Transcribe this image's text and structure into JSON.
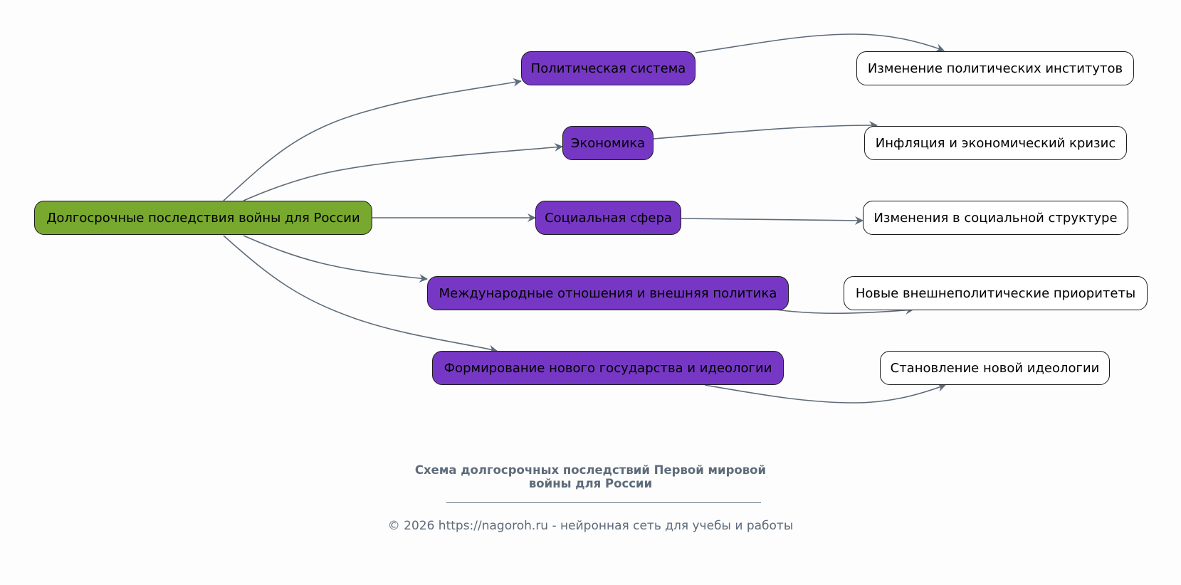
{
  "diagram": {
    "root": {
      "id": "root",
      "label": "Долгосрочные последствия войны для России",
      "color": "#78a82e"
    },
    "categories": [
      {
        "id": "c1",
        "label": "Политическая система",
        "color": "#7638c4"
      },
      {
        "id": "c2",
        "label": "Экономика",
        "color": "#7638c4"
      },
      {
        "id": "c3",
        "label": "Социальная сфера",
        "color": "#7638c4"
      },
      {
        "id": "c4",
        "label": "Международные отношения и внешняя политика",
        "color": "#7638c4"
      },
      {
        "id": "c5",
        "label": "Формирование нового государства и идеологии",
        "color": "#7638c4"
      }
    ],
    "outcomes": [
      {
        "id": "o1",
        "label": "Изменение политических институтов",
        "color": "#ffffff"
      },
      {
        "id": "o2",
        "label": "Инфляция и экономический кризис",
        "color": "#ffffff"
      },
      {
        "id": "o3",
        "label": "Изменения в социальной структуре",
        "color": "#ffffff"
      },
      {
        "id": "o4",
        "label": "Новые внешнеполитические приоритеты",
        "color": "#ffffff"
      },
      {
        "id": "o5",
        "label": "Становление новой идеологии",
        "color": "#ffffff"
      }
    ],
    "edges": [
      [
        "root",
        "c1"
      ],
      [
        "root",
        "c2"
      ],
      [
        "root",
        "c3"
      ],
      [
        "root",
        "c4"
      ],
      [
        "root",
        "c5"
      ],
      [
        "c1",
        "o1"
      ],
      [
        "c2",
        "o2"
      ],
      [
        "c3",
        "o3"
      ],
      [
        "c4",
        "o4"
      ],
      [
        "c5",
        "o5"
      ]
    ],
    "edge_color": "#5d6b7a"
  },
  "caption": {
    "title_line1": "Схема долгосрочных последствий Первой мировой",
    "title_line2": "войны для России",
    "footer": "© 2026 https://nagoroh.ru - нейронная сеть для учебы и работы"
  }
}
